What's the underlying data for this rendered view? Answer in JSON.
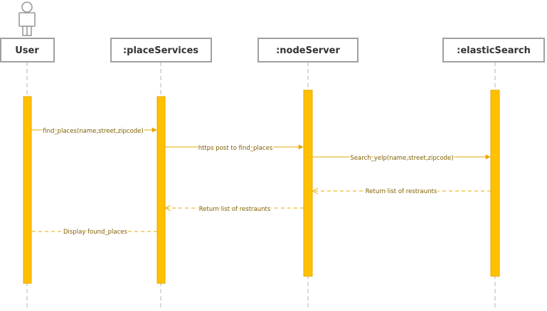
{
  "participants": [
    {
      "id": "user",
      "label": "User",
      "is_actor": true
    },
    {
      "id": "place",
      "label": ":placeServices"
    },
    {
      "id": "node",
      "label": ":nodeServer"
    },
    {
      "id": "es",
      "label": ":elasticSearch"
    }
  ],
  "messages": [
    {
      "from": "user",
      "to": "place",
      "label": "find_places(name,street,zipcode)",
      "type": "call"
    },
    {
      "from": "place",
      "to": "node",
      "label": "https post to find_places",
      "type": "call"
    },
    {
      "from": "node",
      "to": "es",
      "label": "Search_yelp(name,street,zipcode)",
      "type": "call"
    },
    {
      "from": "es",
      "to": "node",
      "label": "Return list of restraunts",
      "type": "return"
    },
    {
      "from": "node",
      "to": "place",
      "label": "Return list of restraunts",
      "type": "return"
    },
    {
      "from": "place",
      "to": "user",
      "label": "Display found_places",
      "type": "return"
    }
  ],
  "colors": {
    "activation_fill": "#FFC000",
    "activation_stroke": "#E6A800",
    "arrow": "#E6A800",
    "label_text": "#7F6000",
    "box_border": "#A0A0A0",
    "lifeline": "#B4B4B4",
    "actor": "#999999"
  },
  "icons": {
    "actor": "person-icon"
  }
}
